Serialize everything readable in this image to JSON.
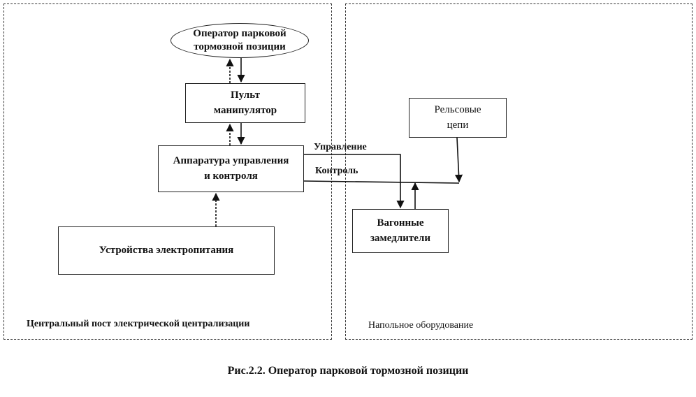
{
  "regions": {
    "central_post": "Центральный пост электрической централизации",
    "field_equipment": "Напольное оборудование"
  },
  "nodes": {
    "operator": [
      "Оператор парковой",
      "тормозной позиции"
    ],
    "console": [
      "Пульт",
      "манипулятор"
    ],
    "control_equipment": [
      "Аппаратура управления",
      "и контроля"
    ],
    "power_supply": [
      "Устройства электропитания"
    ],
    "track_circuits": [
      "Рельсовые",
      "цепи"
    ],
    "retarders": [
      "Вагонные",
      "замедлители"
    ]
  },
  "edges": {
    "control_label": "Управление",
    "monitoring_label": "Контроль"
  },
  "caption": "Рис.2.2. Оператор парковой тормозной позиции"
}
